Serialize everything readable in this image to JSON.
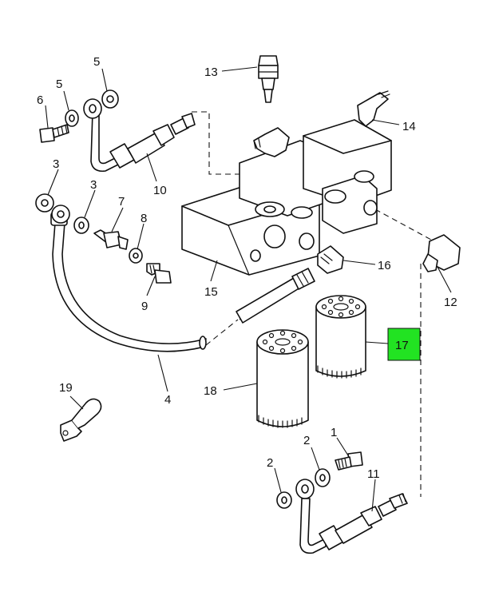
{
  "callouts": {
    "c1": "1",
    "c2a": "2",
    "c2b": "2",
    "c3a": "3",
    "c3b": "3",
    "c4": "4",
    "c5a": "5",
    "c5b": "5",
    "c6": "6",
    "c7": "7",
    "c8": "8",
    "c9": "9",
    "c10": "10",
    "c11": "11",
    "c12": "12",
    "c13": "13",
    "c14": "14",
    "c15": "15",
    "c16": "16",
    "c17": "17",
    "c18": "18",
    "c19": "19"
  },
  "highlight": {
    "callout": "17",
    "color": "#22e322"
  }
}
